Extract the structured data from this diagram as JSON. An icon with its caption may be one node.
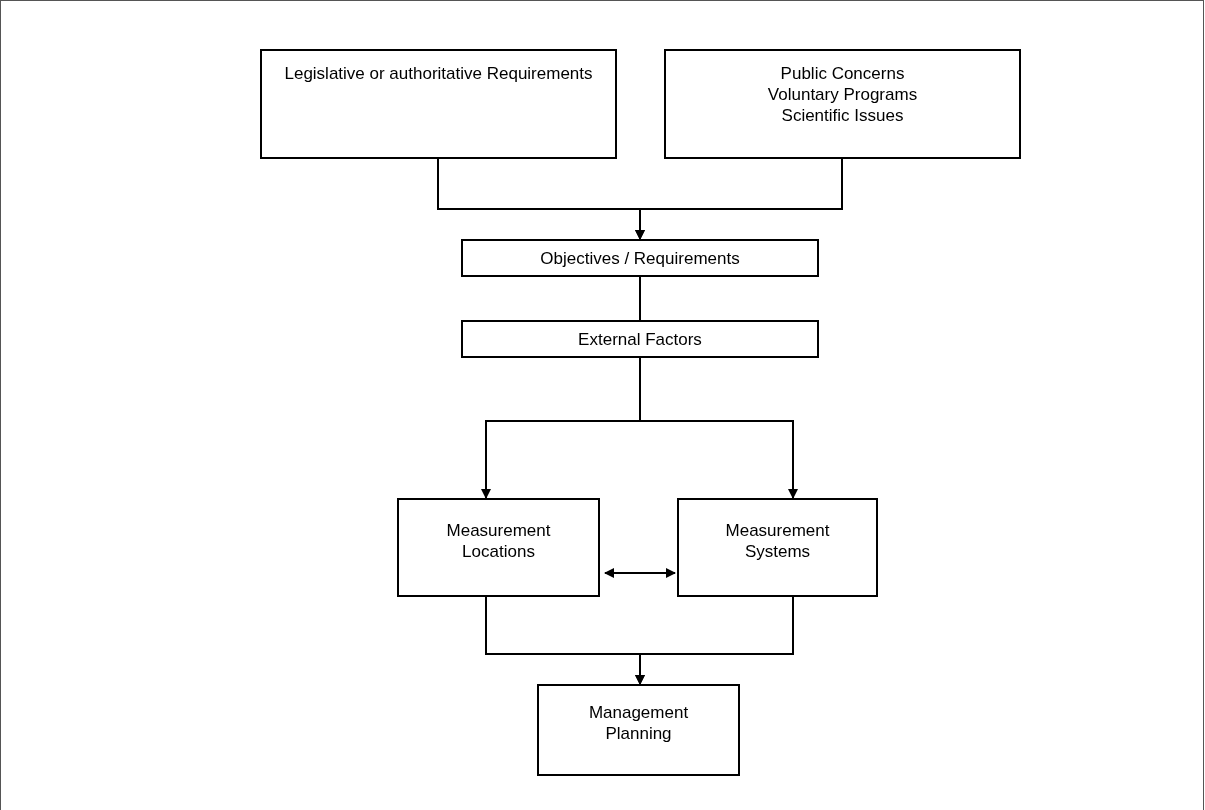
{
  "diagram": {
    "nodes": [
      {
        "text": [
          "Legislative or authoritative Requirements"
        ]
      },
      {
        "text": [
          "Public Concerns",
          "Voluntary Programs",
          "Scientific Issues"
        ]
      },
      {
        "text": [
          "Objectives / Requirements"
        ]
      },
      {
        "text": [
          "External Factors"
        ]
      },
      {
        "text": [
          "Measurement Locations"
        ]
      },
      {
        "text": [
          "Measurement Systems"
        ]
      },
      {
        "text": [
          "Management Planning"
        ]
      }
    ],
    "edges": [
      {
        "from": 0,
        "to": 2,
        "arrow": "to"
      },
      {
        "from": 1,
        "to": 2,
        "arrow": "to"
      },
      {
        "from": 2,
        "to": 3,
        "arrow": "none"
      },
      {
        "from": 3,
        "to": 4,
        "arrow": "to"
      },
      {
        "from": 3,
        "to": 5,
        "arrow": "to"
      },
      {
        "from": 4,
        "to": 5,
        "arrow": "both"
      },
      {
        "from": 4,
        "to": 6,
        "arrow": "to"
      },
      {
        "from": 5,
        "to": 6,
        "arrow": "to"
      }
    ]
  }
}
